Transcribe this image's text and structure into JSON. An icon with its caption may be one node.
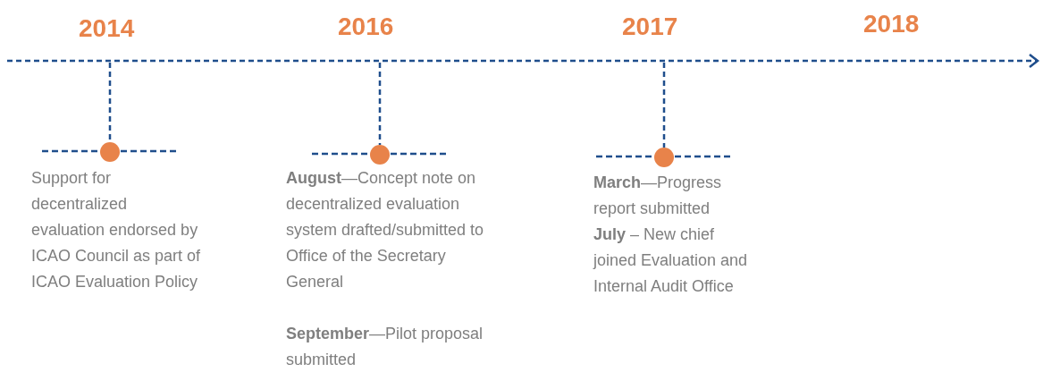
{
  "diagram": {
    "labels": [
      "2014",
      "2016",
      "2017",
      "2018",
      "Support for decentralized evaluation endorsed by ICAO Council as part of ICAO Evaluation Policy",
      "**August**—Concept note on decentralized evaluation system drafted/submitted to Office of the Secretary General",
      "**September**—Pilot proposal submitted",
      "**March**—Progress report submitted",
      "**July** – New chief joined Evaluation and Internal Audit Office"
    ]
  }
}
